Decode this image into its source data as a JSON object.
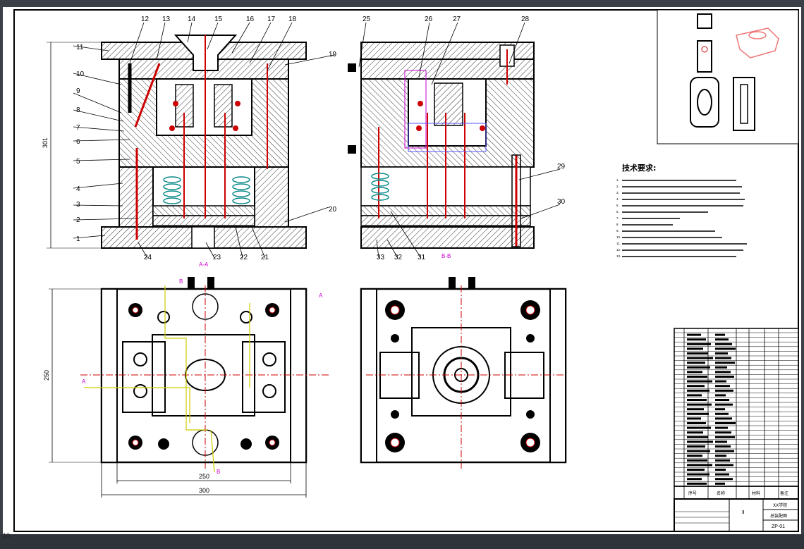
{
  "drawing": {
    "part_labels_top": [
      "12",
      "13",
      "14",
      "15",
      "16",
      "17",
      "18",
      "25",
      "26",
      "27",
      "28"
    ],
    "part_labels_left": [
      "11",
      "10",
      "9",
      "8",
      "7",
      "6",
      "5",
      "4",
      "3",
      "2",
      "1"
    ],
    "part_labels_right": [
      "19",
      "20",
      "29",
      "30"
    ],
    "part_labels_bottom": [
      "24",
      "23",
      "22",
      "21",
      "33",
      "32",
      "31"
    ],
    "section_label_1": "A-A",
    "section_label_2": "B-B",
    "dim_height": "301",
    "dim_depth": "250",
    "dim_width_inner": "250",
    "dim_width_outer": "300",
    "cut_marks": [
      "A",
      "A",
      "B",
      "B"
    ]
  },
  "tech": {
    "title": "技术要求:",
    "notes": [
      "1.",
      "2.",
      "3.",
      "4.",
      "5.",
      "6.",
      "7.",
      "8.",
      "9.",
      "10.",
      "11.",
      "12.",
      "13."
    ]
  },
  "title_block": {
    "col_no": "序号",
    "col_name": "名称",
    "col_material": "材料",
    "col_note": "备注",
    "drawing_title": "总装配图",
    "drawing_no": "ZP-01",
    "label_a": "XX学院",
    "label_b": "Ⅱ"
  },
  "corner_mark": "10"
}
